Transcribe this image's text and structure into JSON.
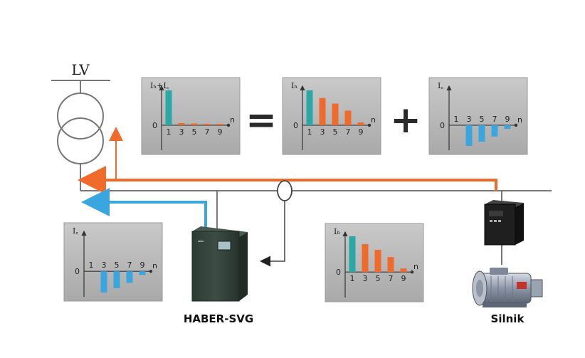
{
  "transformer": {
    "label": "LV"
  },
  "devices": {
    "svg_label": "HABER-SVG",
    "motor_label": "Silnik"
  },
  "operators": {
    "equals": "=",
    "plus": "+"
  },
  "colors": {
    "background": "#ffffff",
    "panel": "#b6b6b6",
    "teal": "#2aa8a6",
    "orange": "#f06a2a",
    "blue": "#3aa6e0",
    "line": "#777777"
  },
  "panels": [
    {
      "id": "sum",
      "ylabel": "Iₕ+I꜀",
      "zero": "0",
      "xlabel": "n",
      "ticks": [
        "1",
        "3",
        "5",
        "7",
        "9"
      ],
      "values": [
        1.0,
        0.06,
        0.05,
        0.04,
        0.03
      ],
      "colors": [
        "teal",
        "orange",
        "orange",
        "orange",
        "orange"
      ]
    },
    {
      "id": "load",
      "ylabel": "Iₕ",
      "zero": "0",
      "xlabel": "n",
      "ticks": [
        "1",
        "3",
        "5",
        "7",
        "9"
      ],
      "values": [
        1.0,
        0.78,
        0.62,
        0.42,
        0.08
      ],
      "colors": [
        "teal",
        "orange",
        "orange",
        "orange",
        "orange"
      ]
    },
    {
      "id": "comp_top",
      "ylabel": "I꜀",
      "zero": "0",
      "xlabel": "n",
      "ticks": [
        "1",
        "3",
        "5",
        "7",
        "9"
      ],
      "values": [
        0,
        -0.88,
        -0.7,
        -0.48,
        -0.15
      ],
      "colors": [
        "blue",
        "blue",
        "blue",
        "blue",
        "blue"
      ]
    },
    {
      "id": "comp_left",
      "ylabel": "I꜀",
      "zero": "0",
      "xlabel": "n",
      "ticks": [
        "1",
        "3",
        "5",
        "7",
        "9"
      ],
      "values": [
        0,
        -0.88,
        -0.7,
        -0.48,
        -0.15
      ],
      "colors": [
        "blue",
        "blue",
        "blue",
        "blue",
        "blue"
      ]
    },
    {
      "id": "load_bottom",
      "ylabel": "Iₕ",
      "zero": "0",
      "xlabel": "n",
      "ticks": [
        "1",
        "3",
        "5",
        "7",
        "9"
      ],
      "values": [
        1.0,
        0.78,
        0.62,
        0.42,
        0.1
      ],
      "colors": [
        "teal",
        "orange",
        "orange",
        "orange",
        "orange"
      ]
    }
  ]
}
